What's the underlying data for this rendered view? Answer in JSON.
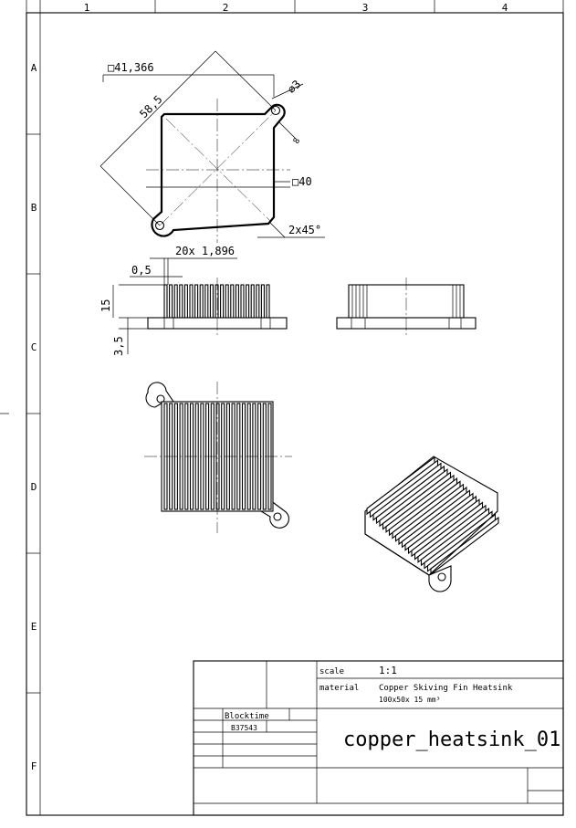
{
  "frame": {
    "columns": [
      "1",
      "2",
      "3",
      "4"
    ],
    "rows": [
      "A",
      "B",
      "C",
      "D",
      "E",
      "F"
    ]
  },
  "dimensions": {
    "square_width": "□41,366",
    "diagonal": "58,5",
    "hole_diameter": "∅3",
    "tab_width": "8",
    "inner_square": "□40",
    "chamfer": "2x45°",
    "fin_pitch": "20x 1,896",
    "fin_thickness": "0,5",
    "fin_height": "15",
    "base_thickness": "3,5"
  },
  "title_block": {
    "scale_label": "scale",
    "scale_value": "1:1",
    "material_label": "material",
    "material_value": "Copper Skiving Fin Heatsink",
    "size_value": "100x50x 15 mm³",
    "author_label": "Blocktime",
    "part_number": "B37543",
    "drawing_title": "copper_heatsink_01"
  },
  "colors": {
    "ink": "#000000",
    "paper": "#ffffff"
  }
}
